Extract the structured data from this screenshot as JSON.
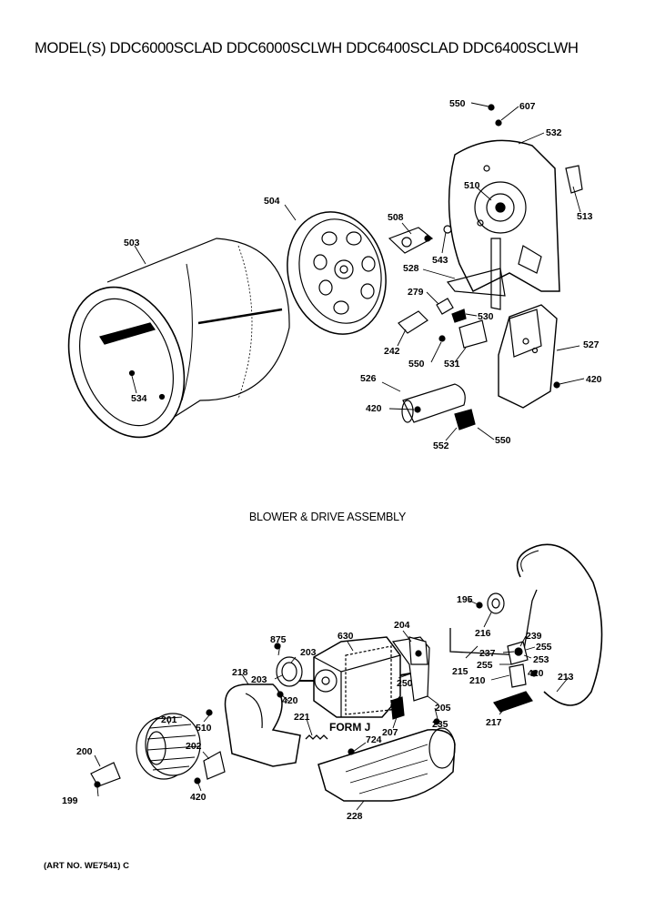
{
  "header": {
    "models": "MODEL(S) DDC6000SCLAD  DDC6000SCLWH  DDC6400SCLAD  DDC6400SCLWH"
  },
  "subtitle": "BLOWER & DRIVE ASSEMBLY",
  "footer": {
    "art_no": "(ART NO. WE7541) C"
  },
  "form_label": "FORM J",
  "callouts": {
    "c550a": "550",
    "c607": "607",
    "c532": "532",
    "c510a": "510",
    "c513": "513",
    "c504": "504",
    "c508": "508",
    "c543": "543",
    "c528": "528",
    "c503": "503",
    "c279": "279",
    "c530": "530",
    "c527": "527",
    "c242": "242",
    "c550b": "550",
    "c531": "531",
    "c420a": "420",
    "c534": "534",
    "c526": "526",
    "c420b": "420",
    "c552": "552",
    "c550c": "550",
    "c195": "195",
    "c216": "216",
    "c239": "239",
    "c255a": "255",
    "c237": "237",
    "c253": "253",
    "c255b": "255",
    "c215": "215",
    "c210": "210",
    "c420c": "420",
    "c213": "213",
    "c217": "217",
    "c204": "204",
    "c250": "250",
    "c205": "205",
    "c235": "235",
    "c207": "207",
    "c630": "630",
    "c875": "875",
    "c203a": "203",
    "c203b": "203",
    "c420d": "420",
    "c218": "218",
    "c221": "221",
    "c724": "724",
    "c228": "228",
    "c510b": "510",
    "c201": "201",
    "c202": "202",
    "c200": "200",
    "c199": "199",
    "c420e": "420"
  }
}
